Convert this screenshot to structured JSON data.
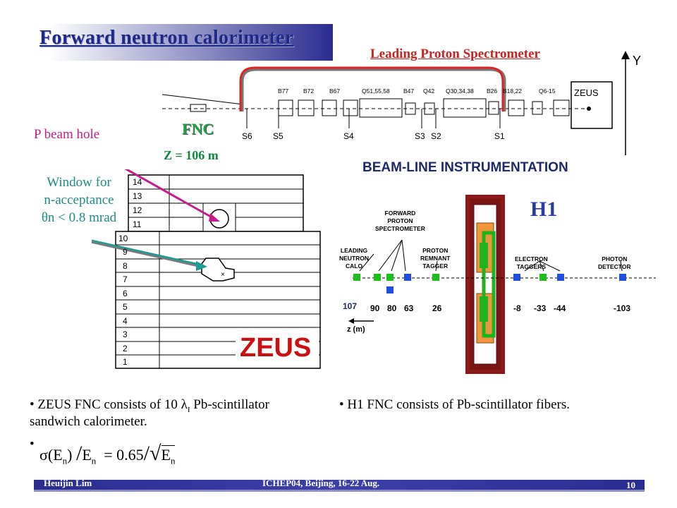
{
  "slide": {
    "title": "Forward neutron calorimeter",
    "lps_label": "Leading Proton Spectrometer",
    "y_axis": "Y",
    "zeus_box": "ZEUS",
    "beamline": {
      "magnets_top": [
        "B77",
        "B72",
        "B67",
        "Q51,55,58",
        "B47",
        "Q42",
        "Q30,34,38",
        "B26",
        "B18,22",
        "Q6-15"
      ],
      "stations_bottom": [
        "S6",
        "S5",
        "S4",
        "S3",
        "S2",
        "S1"
      ],
      "caption": "BEAM-LINE INSTRUMENTATION"
    },
    "fnc_label": "FNC",
    "z_label": "Z = 106 m",
    "p_beam_hole": "P beam hole",
    "window_lines": [
      "Window for",
      "n-acceptance",
      "θn < 0.8 mrad"
    ],
    "calo_rows": [
      "14",
      "13",
      "12",
      "11",
      "10",
      "9",
      "8",
      "7",
      "6",
      "5",
      "4",
      "3",
      "2",
      "1"
    ],
    "zeus_big": "ZEUS",
    "h1": {
      "label": "H1",
      "fps": [
        "FORWARD",
        "PROTON",
        "SPECTROMETER"
      ],
      "lnc": [
        "LEADING",
        "NEUTRON",
        "CALO"
      ],
      "prt": [
        "PROTON",
        "REMNANT",
        "TAGGER"
      ],
      "et": [
        "ELECTRON",
        "TAGGERS"
      ],
      "pd": [
        "PHOTON",
        "DETECTOR"
      ],
      "z_values": [
        "107",
        "90",
        "80",
        "63",
        "26",
        "-8",
        "-33",
        "-44",
        "-103"
      ],
      "z_axis": "z (m)"
    },
    "bullets": {
      "zeus_1": "ZEUS FNC consists of 10",
      "lambda": "λ",
      "lambda_sub": "I",
      "zeus_2": "Pb-scintillator",
      "zeus_3": "sandwich calorimeter.",
      "h1": "H1 FNC consists of  Pb-scintillator fibers."
    },
    "formula": {
      "sigma": "σ",
      "e": "E",
      "sub": "n",
      "value": "= 0.65"
    },
    "footer": {
      "author": "Heuijin Lim",
      "conference": "ICHEP04, Beijing, 16-22 Aug.",
      "page": "10"
    }
  }
}
